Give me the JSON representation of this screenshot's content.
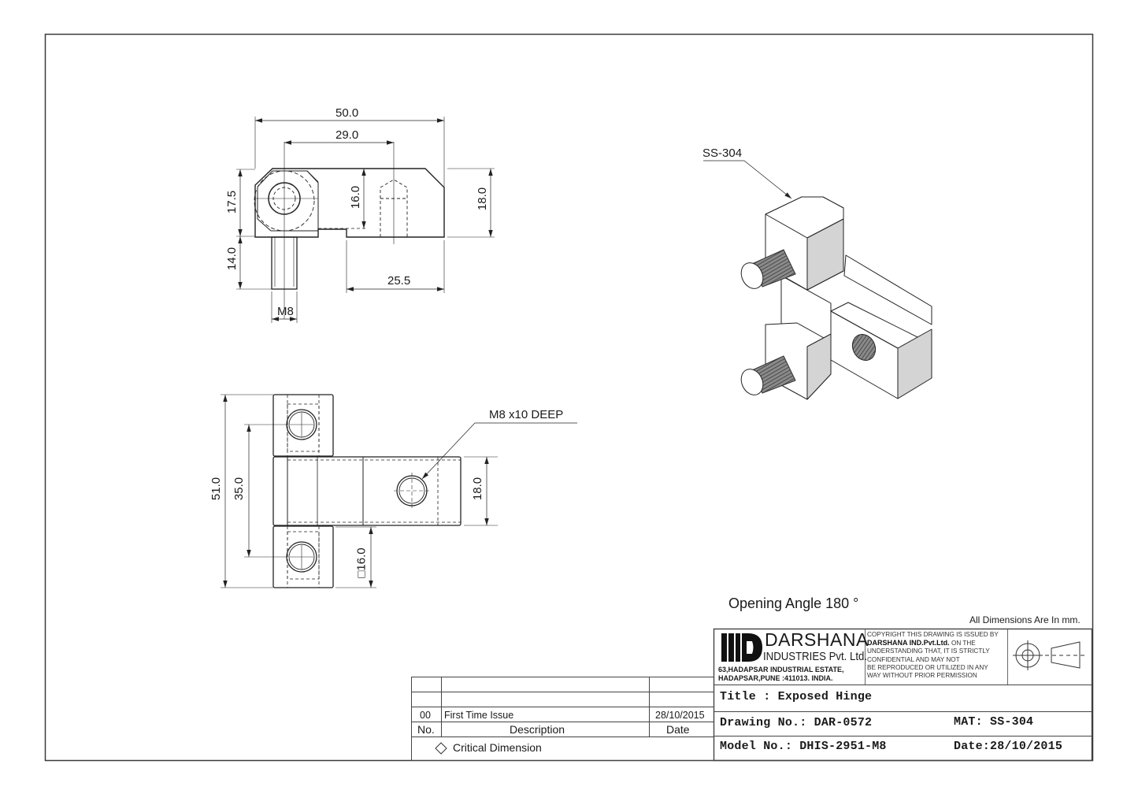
{
  "sheet": {
    "border_color": "#3a3a3a",
    "note_units": "All Dimensions Are In mm.",
    "opening_angle": "Opening Angle 180 °"
  },
  "front_view": {
    "dims": {
      "overall_width": "50.0",
      "hole_spacing": "29.0",
      "left_height": "17.5",
      "inner_height": "16.0",
      "right_height": "18.0",
      "pin_length": "14.0",
      "step_width": "25.5",
      "pin_thread": "M8"
    }
  },
  "top_view": {
    "dims": {
      "overall_height": "51.0",
      "pin_spacing": "35.0",
      "leaf_width": "18.0",
      "knuckle_square": "□16.0"
    },
    "callout": "M8 x10 DEEP"
  },
  "iso_view": {
    "material_callout": "SS-304",
    "face_shade": "#d4d4d4",
    "thread_shade": "#6e6e6e"
  },
  "revision_table": {
    "rows": [
      {
        "no": "",
        "description": "",
        "date": ""
      },
      {
        "no": "",
        "description": "",
        "date": ""
      },
      {
        "no": "00",
        "description": "First Time Issue",
        "date": "28/10/2015"
      }
    ],
    "headers": {
      "no": "No.",
      "description": "Description",
      "date": "Date"
    },
    "legend": "Critical Dimension",
    "legend_icon": "diamond-icon"
  },
  "title_block": {
    "company": {
      "name": "DARSHANA",
      "subtitle": "INDUSTRIES Pvt. Ltd.",
      "address_line1": "63,HADAPSAR INDUSTRIAL ESTATE,",
      "address_line2": "HADAPSAR,PUNE :411013. INDIA."
    },
    "copyright": {
      "line1": "COPYRIGHT THIS DRAWING IS ISSUED BY",
      "line2_bold": "DARSHANA IND.Pvt.Ltd.",
      "line2_rest": " ON THE",
      "line3": "UNDERSTANDING THAT, IT IS STRICTLY",
      "line4": "CONFIDENTIAL AND MAY NOT",
      "line5": "BE REPRODUCED OR UTILIZED IN ANY",
      "line6": "WAY WITHOUT PRIOR PERMISSION"
    },
    "projection_symbol": "first-angle-projection-icon",
    "title": "Title : Exposed Hinge",
    "drawing_no": "Drawing No.: DAR-0572",
    "material": "MAT: SS-304",
    "model_no": "Model No.: DHIS-2951-M8",
    "date": "Date:28/10/2015"
  }
}
